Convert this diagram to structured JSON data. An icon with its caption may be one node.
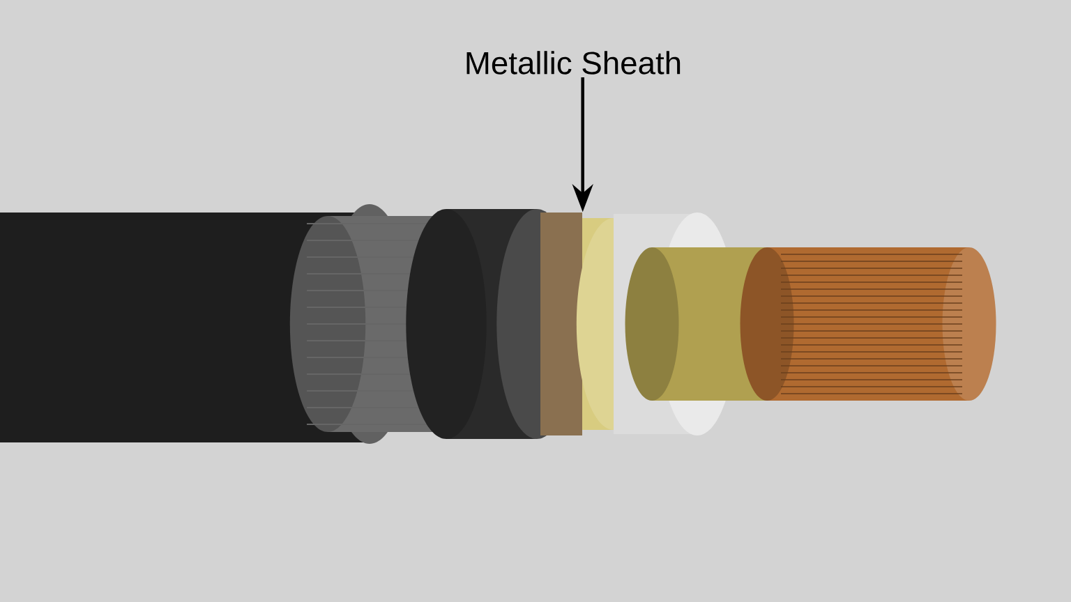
{
  "diagram": {
    "nodes": [
      {
        "text": [
          "Metallic Sheath"
        ]
      },
      {
        "text": [],
        "shape": "band"
      }
    ],
    "edges": [
      {
        "from": 0,
        "to": 1,
        "arrow": "to"
      }
    ]
  }
}
